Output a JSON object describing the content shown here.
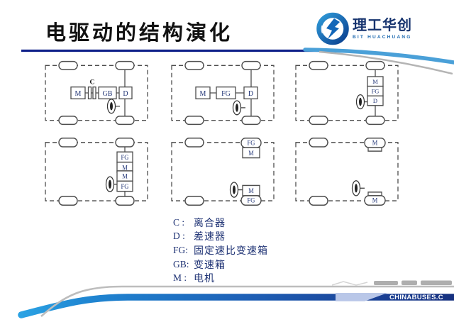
{
  "header": {
    "title": "电驱动的结构演化",
    "logo": {
      "name": "理工华创",
      "subtitle": "BIT HUACHUANG"
    }
  },
  "diagrams": {
    "p1": {
      "m": "M",
      "c": "C",
      "gb": "GB",
      "d": "D"
    },
    "p2": {
      "m": "M",
      "fg": "FG",
      "d": "D"
    },
    "p3": {
      "m": "M",
      "fg": "FG",
      "d": "D"
    },
    "p4": {
      "front_gear": "FG",
      "front_motor": "M",
      "rear_motor": "M",
      "rear_gear": "FG"
    },
    "p5": {
      "front_wheel_gear": "FG",
      "front_motor": "M",
      "rear_motor": "M",
      "rear_wheel_gear": "FG"
    },
    "p6": {
      "front_wheel_motor": "M",
      "rear_wheel_motor": "M"
    }
  },
  "legend": {
    "items": [
      {
        "abbr": "C :",
        "meaning": "离合器"
      },
      {
        "abbr": "D :",
        "meaning": "差速器"
      },
      {
        "abbr": "FG:",
        "meaning": "固定速比变速箱"
      },
      {
        "abbr": "GB:",
        "meaning": "变速箱"
      },
      {
        "abbr": "M :",
        "meaning": "电机"
      }
    ]
  },
  "watermark": {
    "text": "CHINABUSES.C"
  },
  "colors": {
    "title_text": "#111111",
    "legend_text": "#1e3274",
    "diagram_stroke": "#4d4d4d",
    "header_line": "#10218a",
    "header_swoosh": "#4aa0d8",
    "footer_swoosh_start": "#2ba2e3",
    "footer_swoosh_end": "#16307f",
    "watermark_bar": "#1c3f93",
    "watermark_notch": "#b9c7e8",
    "logo_name": "#16336e",
    "logo_subtitle": "#1e6ab0"
  }
}
